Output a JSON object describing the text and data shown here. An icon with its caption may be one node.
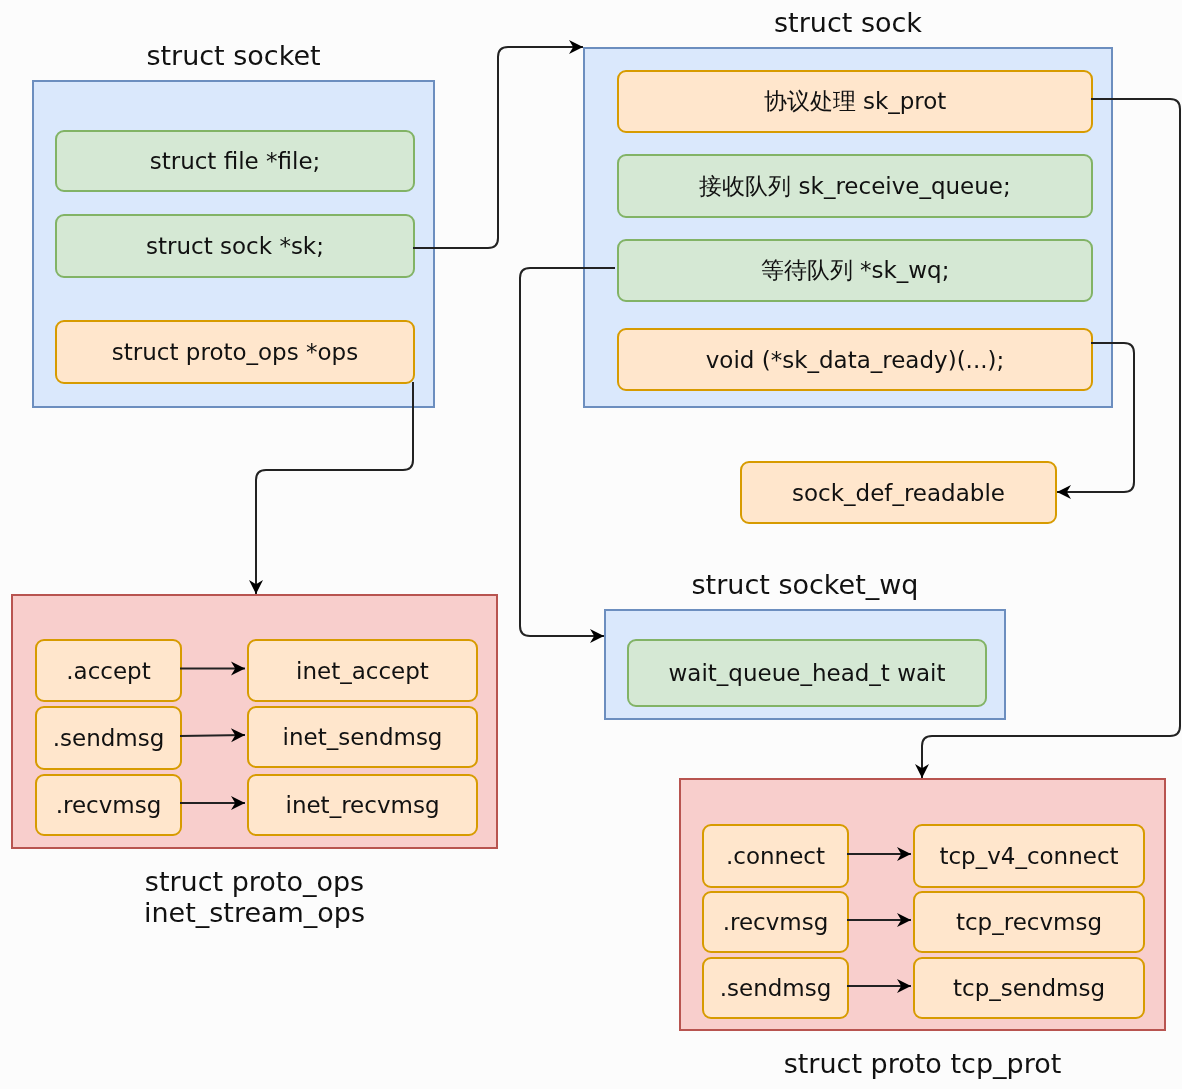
{
  "diagram": {
    "nodes": [
      {
        "text": [
          "struct socket"
        ]
      },
      {
        "text": [
          "struct file *file;"
        ],
        "in": 0
      },
      {
        "text": [
          "struct sock *sk;"
        ],
        "in": 0
      },
      {
        "text": [
          "struct proto_ops *ops"
        ],
        "in": 0
      },
      {
        "text": [
          "struct sock"
        ]
      },
      {
        "text": [
          "协议处理 sk_prot"
        ],
        "in": 4
      },
      {
        "text": [
          "接收队列 sk_receive_queue;"
        ],
        "in": 4
      },
      {
        "text": [
          "等待队列 *sk_wq;"
        ],
        "in": 4
      },
      {
        "text": [
          "void (*sk_data_ready)(...);"
        ],
        "in": 4
      },
      {
        "text": [
          "sock_def_readable"
        ]
      },
      {
        "text": [
          "struct socket_wq"
        ]
      },
      {
        "text": [
          "wait_queue_head_t wait"
        ],
        "in": 10
      },
      {
        "text": [
          "struct proto_ops inet_stream_ops"
        ]
      },
      {
        "text": [
          ".accept"
        ],
        "in": 12
      },
      {
        "text": [
          "inet_accept"
        ],
        "in": 12
      },
      {
        "text": [
          ".sendmsg"
        ],
        "in": 12
      },
      {
        "text": [
          "inet_sendmsg"
        ],
        "in": 12
      },
      {
        "text": [
          ".recvmsg"
        ],
        "in": 12
      },
      {
        "text": [
          "inet_recvmsg"
        ],
        "in": 12
      },
      {
        "text": [
          "struct proto tcp_prot"
        ]
      },
      {
        "text": [
          ".connect"
        ],
        "in": 19
      },
      {
        "text": [
          "tcp_v4_connect"
        ],
        "in": 19
      },
      {
        "text": [
          ".recvmsg"
        ],
        "in": 19
      },
      {
        "text": [
          "tcp_recvmsg"
        ],
        "in": 19
      },
      {
        "text": [
          ".sendmsg"
        ],
        "in": 19
      },
      {
        "text": [
          "tcp_sendmsg"
        ],
        "in": 19
      }
    ],
    "edges": [
      {
        "from": 2,
        "to": 4,
        "arrow": "to"
      },
      {
        "from": 3,
        "to": 12,
        "arrow": "to"
      },
      {
        "from": 7,
        "to": 10,
        "arrow": "to"
      },
      {
        "from": 8,
        "to": 9,
        "arrow": "to"
      },
      {
        "from": 5,
        "to": 19,
        "arrow": "to"
      },
      {
        "from": 13,
        "to": 14,
        "arrow": "to"
      },
      {
        "from": 15,
        "to": 16,
        "arrow": "to"
      },
      {
        "from": 17,
        "to": 18,
        "arrow": "to"
      },
      {
        "from": 20,
        "to": 21,
        "arrow": "to"
      },
      {
        "from": 22,
        "to": 23,
        "arrow": "to"
      },
      {
        "from": 24,
        "to": 25,
        "arrow": "to"
      }
    ]
  }
}
